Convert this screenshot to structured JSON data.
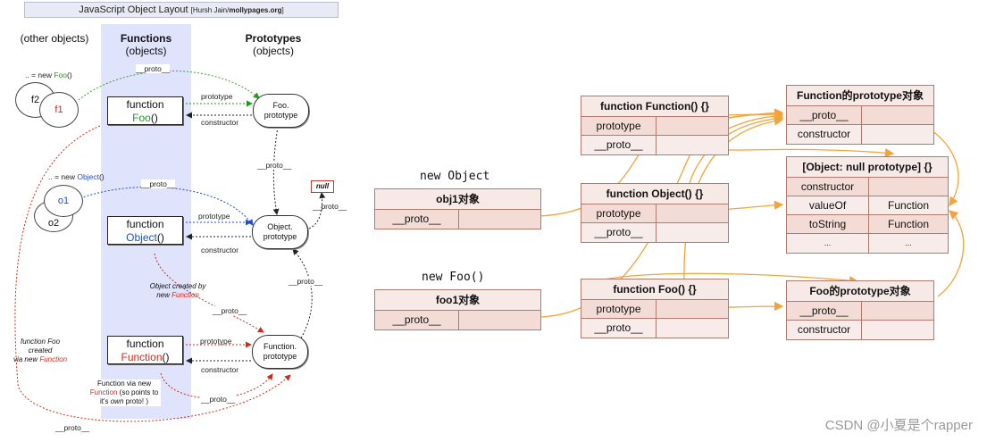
{
  "left_diagram": {
    "title_main": "JavaScript Object Layout",
    "title_credit_prefix": "[Hursh Jain/",
    "title_credit_site": "mollypages.org",
    "title_credit_suffix": "]",
    "col_other": "(other objects)",
    "col_functions": "Functions",
    "col_functions_sub": "(objects)",
    "col_prototypes": "Prototypes",
    "col_prototypes_sub": "(objects)",
    "new_foo_prefix": ".. = new ",
    "new_foo_name": "Foo",
    "new_foo_suffix": "()",
    "new_object_prefix": ".. = new ",
    "new_object_name": "Object",
    "new_object_suffix": "()",
    "f2": "f2",
    "f1": "f1",
    "o1": "o1",
    "o2": "o2",
    "fn_word": "function",
    "fn_foo_name": "Foo",
    "fn_object_name": "Object",
    "fn_function_name": "Function",
    "call_parens": "()",
    "foo_proto_line1": "Foo.",
    "foo_proto_line2": "prototype",
    "obj_proto_line1": "Object.",
    "obj_proto_line2": "prototype",
    "func_proto_line1": "Function.",
    "func_proto_line2": "prototype",
    "lbl_proto": "__proto__",
    "lbl_prototype": "prototype",
    "lbl_constructor": "constructor",
    "null_label": "null",
    "note_object_created_1": "Object created by",
    "note_object_created_2": "new ",
    "note_object_created_fn": "Function",
    "note_foo_created_1": "function Foo",
    "note_foo_created_2": "created",
    "note_foo_created_3": "via new ",
    "note_foo_created_fn": "Function",
    "note_function_via_1": "Function via new",
    "note_function_via_2_fn": "Function",
    "note_function_via_2_rest": " (so points to",
    "note_function_via_3_pre": "it's ",
    "note_function_via_3_em": "own",
    "note_function_via_3_post": " proto! )"
  },
  "right_diagram": {
    "new_object_code": "new Object",
    "new_foo_code": "new Foo()",
    "obj1": {
      "header": "obj1对象",
      "rows": [
        [
          "__proto__",
          ""
        ]
      ]
    },
    "foo1": {
      "header": "foo1对象",
      "rows": [
        [
          "__proto__",
          ""
        ]
      ]
    },
    "function_function": {
      "header": "function Function() {}",
      "rows": [
        [
          "prototype",
          ""
        ],
        [
          "__proto__",
          ""
        ]
      ]
    },
    "function_object": {
      "header": "function Object() {}",
      "rows": [
        [
          "prototype",
          ""
        ],
        [
          "__proto__",
          ""
        ]
      ]
    },
    "function_foo": {
      "header": "function Foo() {}",
      "rows": [
        [
          "prototype",
          ""
        ],
        [
          "__proto__",
          ""
        ]
      ]
    },
    "function_prototype_obj": {
      "header": "Function的prototype对象",
      "rows": [
        [
          "__proto__",
          ""
        ],
        [
          "constructor",
          ""
        ]
      ]
    },
    "null_prototype": {
      "header": "[Object: null prototype] {}",
      "rows": [
        [
          "constructor",
          ""
        ],
        [
          "valueOf",
          "Function"
        ],
        [
          "toString",
          "Function"
        ],
        [
          "...",
          "..."
        ]
      ]
    },
    "foo_prototype_obj": {
      "header": "Foo的prototype对象",
      "rows": [
        [
          "__proto__",
          ""
        ],
        [
          "constructor",
          ""
        ]
      ]
    }
  },
  "watermark": "CSDN @小夏是个rapper",
  "colors": {
    "orange_arrow": "#f3a33a",
    "table_border": "#b07a6d",
    "table_fill": "#f7eae6",
    "green": "#1e9a1e",
    "blue": "#1f4fcf",
    "red": "#d42a14",
    "functions_column": "#dfe3fb"
  }
}
